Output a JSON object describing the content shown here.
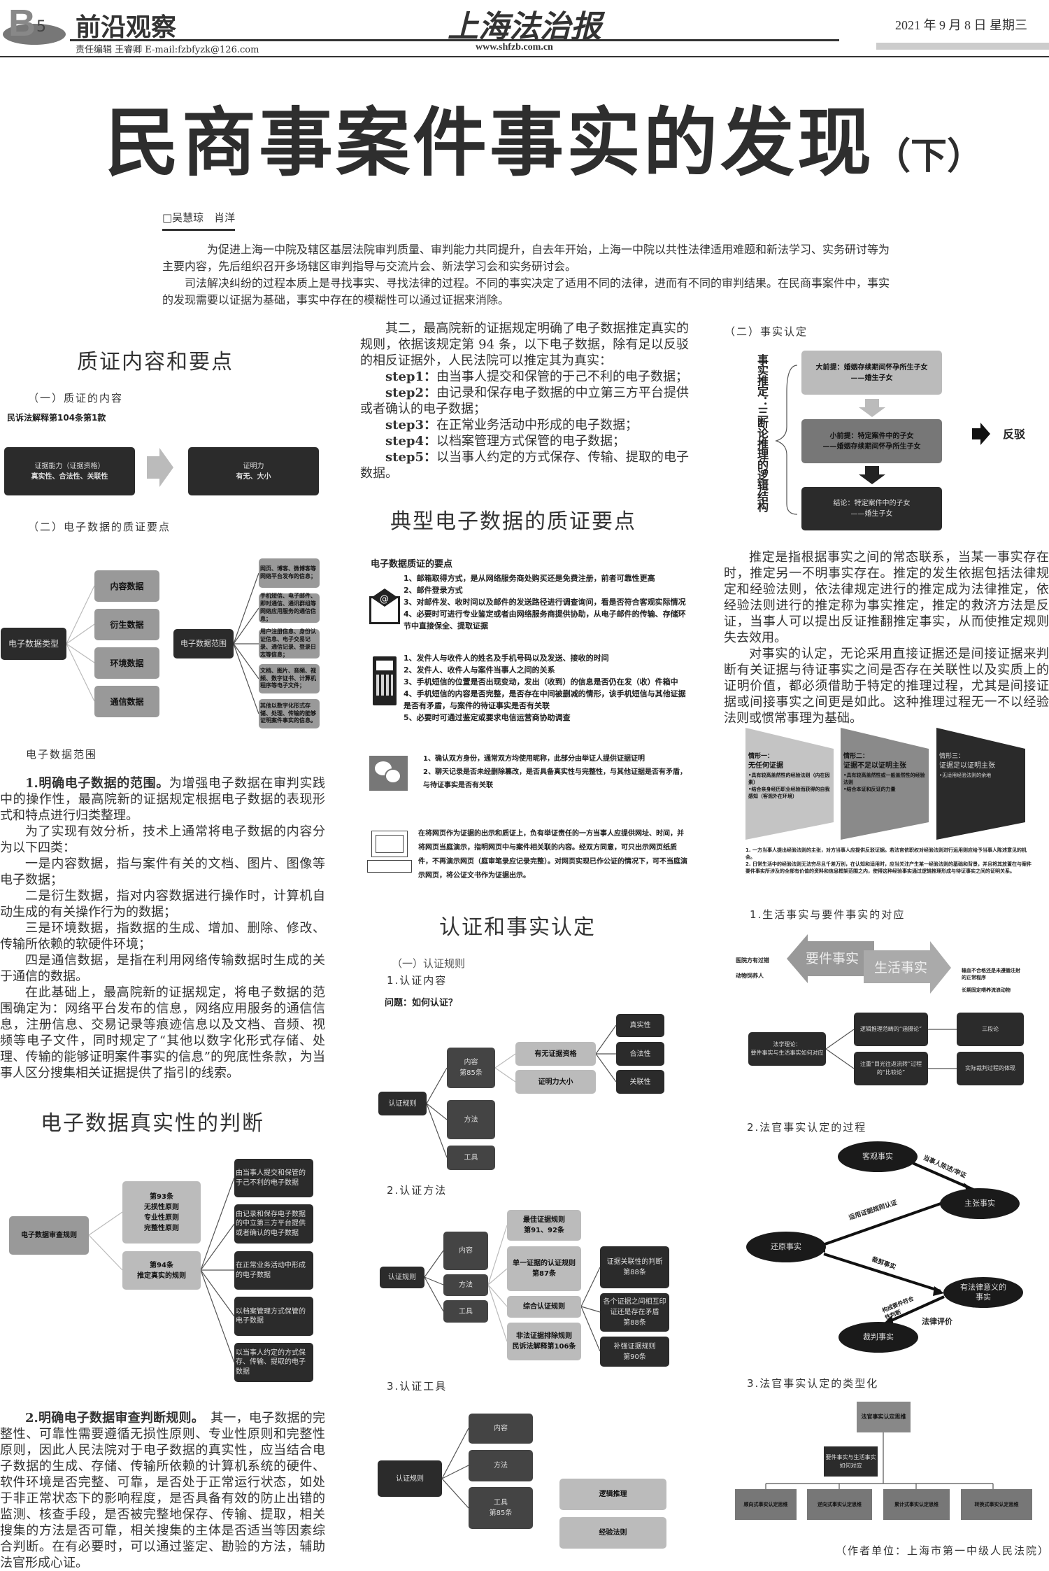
{
  "header": {
    "badge_letter": "B",
    "badge_num": "5",
    "section": "前沿观察",
    "editor": "责任编辑 王睿卿 E-mail:fzbfyzk@126.com",
    "masthead": "上海法治报",
    "url": "www.shfzb.com.cn",
    "date": "2021 年 9 月 8 日  星期三"
  },
  "title": {
    "main": "民商事案件事实的发现",
    "suffix": "（下）"
  },
  "byline": "□吴慧琼　肖洋",
  "intro": [
    "为促进上海一中院及辖区基层法院审判质量、审判能力共同提升，自去年开始，上海一中院以共性法律适用难题和新法学习、实务研讨等为主要内容，先后组织召开多场辖区审判指导与交流片会、新法学习会和实务研讨会。",
    "司法解决纠纷的过程本质上是寻找事实、寻找法律的过程。不同的事实决定了适用不同的法律，进而有不同的审判结果。在民商事案件中，事实的发现需要以证据为基础，事实中存在的模糊性可以通过证据来消除。"
  ],
  "left": {
    "h1": "质证内容和要点",
    "sub1": "（一）质证的内容",
    "law_ref": "民诉法解释第104条第1款",
    "box1_top": "证据能力（证据资格）",
    "box1_bottom": "真实性、合法性、关联性",
    "box2_top": "证明力",
    "box2_bottom": "有无、大小",
    "sub2": "（二）电子数据的质证要点",
    "types_root": "电子数据类型",
    "types": [
      "内容数据",
      "衍生数据",
      "环境数据",
      "通信数据"
    ],
    "range_root": "电子数据范围",
    "range_items": [
      "网页、博客、微博客等网络平台发布的信息；",
      "手机短信、电子邮件、即时通信、通讯群组等网络应用服务的通信信息；",
      "用户注册信息、身份认证信息、电子交易记录、通信记录、登录日志等信息；",
      "文档、图片、音频、视频、数字证书、计算机程序等电子文件；",
      "其他以数字化形式存储、处理、传输的能够证明案件事实的信息。"
    ],
    "caption": "电子数据范围",
    "para1_lead": "1.明确电子数据的范围。",
    "para1_body": "为增强电子数据在审判实践中的操作性，最高院新的证据规定根据电子数据的表现形式和特点进行归类整理。",
    "paras": [
      "为了实现有效分析，技术上通常将电子数据的内容分为以下四类：",
      "一是内容数据，指与案件有关的文档、图片、图像等电子数据；",
      "二是衍生数据，指对内容数据进行操作时，计算机自动生成的有关操作行为的数据；",
      "三是环境数据，指数据的生成、增加、删除、修改、传输所依赖的软硬件环境；",
      "四是通信数据，是指在利用网络传输数据时生成的关于通信的数据。",
      "在此基础上，最高院新的证据规定，将电子数据的范围确定为：网络平台发布的信息，网络应用服务的通信信息，注册信息、交易记录等痕迹信息以及文档、音频、视频等电子文件，同时规定了“其他以数字化形式存储、处理、传输的能够证明案件事实的信息”的兜底性条款，为当事人区分搜集相关证据提供了指引的线索。"
    ],
    "h2": "电子数据真实性的判断",
    "auth_root": "电子数据审查规则",
    "auth_mid1": [
      "第93条",
      "无损性原则",
      "专业性原则",
      "完整性原则"
    ],
    "auth_mid2": [
      "第94条",
      "推定真实的规则"
    ],
    "auth_right": [
      "由当事人提交和保管的于己不利的电子数据",
      "由记录和保存电子数据的中立第三方平台提供或者确认的电子数据",
      "在正常业务活动中形成的电子数据",
      "以档案管理方式保管的电子数据",
      "以当事人约定的方式保存、传输、提取的电子数据"
    ],
    "para2_lead": "2.明确电子数据审查判断规则。",
    "para2_body": "其一，电子数据的完整性、可靠性需要遵循无损性原则、专业性原则和完整性原则，因此人民法院对于电子数据的真实性，应当结合电子数据的生成、存储、传输所依赖的计算机系统的硬件、软件环境是否完整、可靠，是否处于正常运行状态，如处于非正常状态下的影响程度，是否具备有效的防止出错的监测、核查手段，是否被完整地保存、传输、提取，相关搜集的方法是否可靠，相关搜集的主体是否适当等因素综合判断。在有必要时，可以通过鉴定、勘验的方法，辅助法官形成心证。"
  },
  "mid": {
    "para_intro": "其二，最高院新的证据规定明确了电子数据推定真实的规则，依据该规定第 94 条，以下电子数据，除有足以反驳的相反证据外，人民法院可以推定其为真实：",
    "steps": [
      {
        "k": "step1：",
        "v": "由当事人提交和保管的于己不利的电子数据；"
      },
      {
        "k": "step2：",
        "v": "由记录和保存电子数据的中立第三方平台提供或者确认的电子数据；"
      },
      {
        "k": "step3：",
        "v": "在正常业务活动中形成的电子数据；"
      },
      {
        "k": "step4：",
        "v": "以档案管理方式保管的电子数据；"
      },
      {
        "k": "step5：",
        "v": "以当事人约定的方式保存、传输、提取的电子数据。"
      }
    ],
    "h1": "典型电子数据的质证要点",
    "points_title": "电子数据质证的要点",
    "email_points": [
      "1、邮箱取得方式，是从网络服务商处购买还是免费注册，前者可靠性更高",
      "2、邮件登录方式",
      "3、对邮件发、收时间以及邮件的发送路径进行调查询问，看是否符合客观实际情况",
      "4、必要时可进行专业鉴定或者由网络服务商提供协助，从电子邮件的传输、存储环节中直接保全、提取证据"
    ],
    "sms_points": [
      "1、发件人与收件人的姓名及手机号码以及发送、接收的时间",
      "2、发件人、收件人与案件当事人之间的关系",
      "3、手机短信的位置是否出现变动，发出（收到）的信息是否仍在发（收）件箱中",
      "4、手机短信的内容是否完整，是否存在中间被删减的情形，该手机短信与其他证据是否有矛盾，与案件的待证事实是否有关联",
      "5、必要时可通过鉴定或要求电信运营商协助调查"
    ],
    "chat_points": [
      "1、确认双方身份，通常双方均使用昵称，此部分由举证人提供证据证明",
      "2、聊天记录是否未经删除篡改，是否具备真实性与完整性，与其他证据是否有矛盾，与待证事实是否有关联"
    ],
    "web_point": "在将网页作为证据的出示和质证上，负有举证责任的一方当事人应提供网址、时间，并将网页当庭演示，指明网页中与案件相关联的内容。经双方同意，可只出示网页纸质件，不再演示网页（庭审笔录应记录完整）。对网页实现已作公证的情况下，可不当庭演示网页，将公证文书作为证据出示。",
    "h2": "认证和事实认定",
    "sub1": "（一）认证规则",
    "s1": "1.认证内容",
    "question": "问题：如何认证？",
    "d1": {
      "root": "认证规则",
      "content": [
        "内容",
        "第85条"
      ],
      "method": "方法",
      "tool": "工具",
      "mid": [
        "有无证据资格",
        "证明力大小"
      ],
      "right": [
        "真实性",
        "合法性",
        "关联性"
      ]
    },
    "s2": "2.认证方法",
    "d2": {
      "root": "认证规则",
      "content": "内容",
      "method": "方法",
      "tool": "工具",
      "mid": [
        [
          "最佳证据规则",
          "第91、92条"
        ],
        [
          "单一证据的认证规则",
          "第87条"
        ],
        [
          "综合认证规则"
        ],
        [
          "非法证据排除规则",
          "民诉法解释第106条"
        ]
      ],
      "right": [
        [
          "证据关联性的判断",
          "第88条"
        ],
        [
          "各个证据之间相互印证还是存在矛盾",
          "第88条"
        ],
        [
          "补强证据规则",
          "第90条"
        ]
      ]
    },
    "s3": "3.认证工具",
    "d3": {
      "root": "认证规则",
      "content": "内容",
      "method": "方法",
      "tool": [
        "工具",
        "第85条"
      ],
      "right": [
        "逻辑推理",
        "经验法则"
      ]
    }
  },
  "right": {
    "sub1": "（二）事实认定",
    "vertical": "事实推定：三断论推理的逻辑结构",
    "syllogism": [
      [
        "大前提：婚姻存续期间怀孕所生子女",
        "——婚生子女"
      ],
      [
        "小前提：特定案件中的子女",
        "——婚姻存续期间怀孕所生子女"
      ],
      [
        "结论：特定案件中的子女",
        "——婚生子女"
      ]
    ],
    "rebut": "反驳",
    "paras": [
      "推定是指根据事实之间的常态联系，当某一事实存在时，推定另一不明事实存在。推定的发生依据包括法律规定和经验法则，依法律规定进行的推定成为法律推定，依经验法则进行的推定称为事实推定，推定的救济方法是反证，当事人可以提出反证推翻推定事实，从而使推定规则失去效用。",
      "对事实的认定，无论采用直接证据还是间接证据来判断有关证据与待证事实之间是否存在关联性以及实质上的证明价值，都必须借助于特定的推理过程，尤其是间接证据或间接事实之间更是如此。这种推理过程无一不以经验法则或惯常事理为基础。"
    ],
    "cases": [
      {
        "t": "情形一：",
        "s": "无任何证据",
        "b": [
          "•具有较高盖然性的经验法则（内在因素）",
          "•结合亲身经历职业经验而获得的自我感知（客观外在环境）"
        ]
      },
      {
        "t": "情形二：",
        "s": "证据不足以证明主张",
        "b": [
          "•具有较高盖然性或一般盖然性的经验法则",
          "•结合本证和反证的力量"
        ]
      },
      {
        "t": "情形三：",
        "s": "证据足以证明主张",
        "b": [
          "•无适用经验法则的余地"
        ]
      }
    ],
    "notes": [
      "1. 一方当事人提出经验法则的主张，对方当事人应提供反驳证据。若法官依职权对经验法则进行运用则应给予当事人陈述意见的机会。",
      "2. 日常生活中的经验法则无法穷尽且千差万别，在认知和适用时，应当关注产生某一经验法则的基础和背景，并且将其放置在与案件要件事实所涉及的全部有价值的资料和信息框架范围之内，使得这种经验事实通过逻辑推理形成与待证事实之间的证明关系。"
    ],
    "s1": "1.生活事实与要件事实的对应",
    "arrow_left": "要件事实",
    "arrow_right": "生活事实",
    "left_labels": [
      "医院方有过错",
      "动物饲养人"
    ],
    "right_labels": [
      "输血不合格还是未遵循注射的正常程序",
      "长期固定喂养流浪动物"
    ],
    "d1": {
      "root": [
        "法学理论：",
        "要件事实与生活事实如何对应"
      ],
      "mid": [
        "逻辑推理范畴的“涵摄论”",
        "注重“目光往返流转”过程的“比较论”"
      ],
      "right": [
        "三段论",
        "实际裁判过程的体现"
      ]
    },
    "s2": "2.法官事实认定的过程",
    "process": {
      "nodes": [
        "客观事实",
        "主张事实",
        "还原事实",
        "有法律意义的事实",
        "裁判事实"
      ],
      "edges": [
        "当事人陈述/举证",
        "运用证据规则认证",
        "裁剪事实",
        "构成要件符合性判断"
      ],
      "note": "法律评价"
    },
    "s3": "3.法官事实认定的类型化",
    "types_root": "法官事实认定思维",
    "types_mid": [
      "要件事实与生活事实",
      "如何对应"
    ],
    "types": [
      "顺向式事实认定思维",
      "逆向式事实认定思维",
      "累计式事实认定思维",
      "转换式事实认定思维"
    ],
    "author": "（作者单位：上海市第一中级人民法院）"
  }
}
